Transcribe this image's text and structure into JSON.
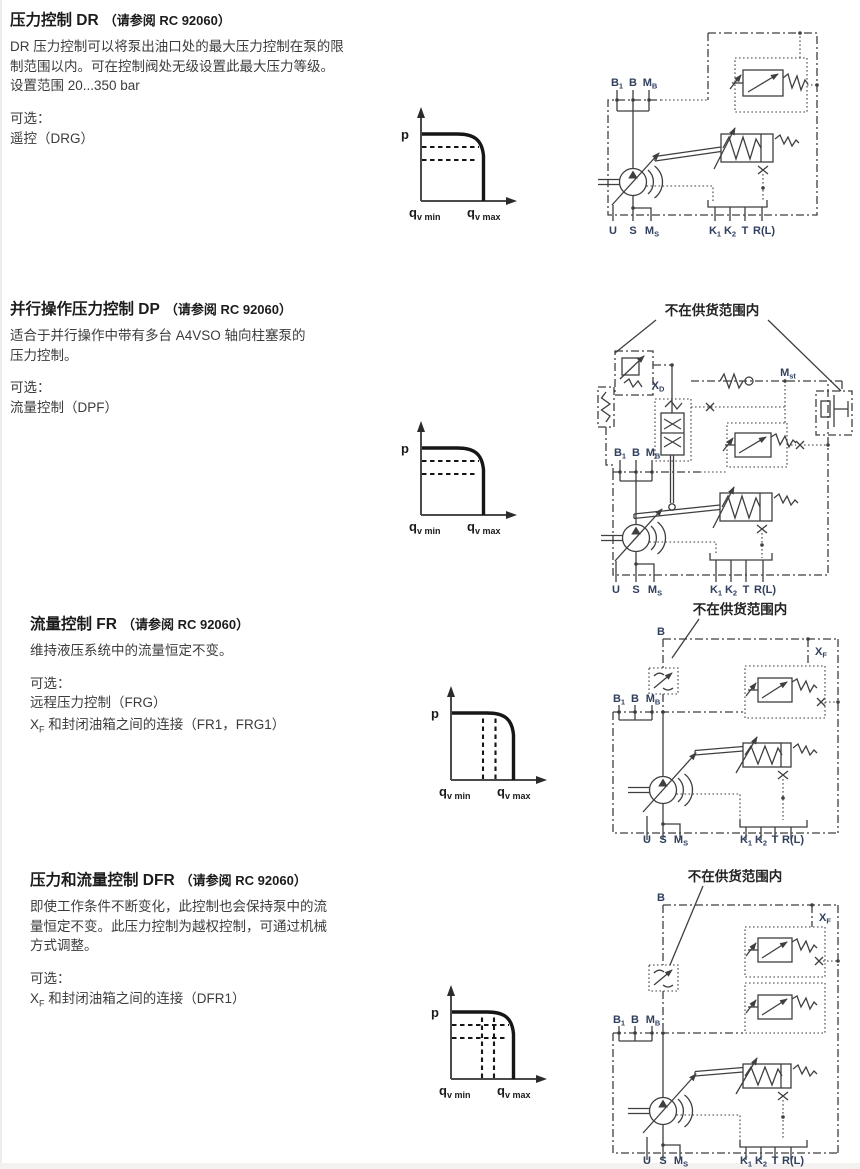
{
  "page": {
    "background": "#ffffff"
  },
  "sections": [
    {
      "id": "DR",
      "title": "压力控制 DR",
      "ref": "（请参阅 RC 92060）",
      "body": "DR 压力控制可以将泵出油口处的最大压力控制在泵的限制范围以内。可在控制阀处无级设置此最大压力等级。",
      "range": "设置范围 20...350 bar",
      "options_label": "可选：",
      "options": [
        {
          "pre": "",
          "sub": "",
          "text": "遥控（DRG）"
        }
      ],
      "chart": {
        "type": "line",
        "y_label": "p",
        "x_labels": [
          {
            "t": "q",
            "s": "v min"
          },
          {
            "t": "q",
            "s": "v max"
          }
        ],
        "solid_curve": "压力恒定，在 qv max 处流量截止",
        "dashed_horizontal_lines": 2,
        "dashed_vertical_lines": 0
      },
      "diagram": {
        "ports_top": [
          {
            "t": "B",
            "s": "1"
          },
          {
            "t": "B",
            "s": ""
          },
          {
            "t": "M",
            "s": "B"
          }
        ],
        "ports_bottom_left": [
          {
            "t": "U",
            "s": ""
          },
          {
            "t": "S",
            "s": ""
          },
          {
            "t": "M",
            "s": "S"
          }
        ],
        "ports_bottom_right": [
          {
            "t": "K",
            "s": "1"
          },
          {
            "t": "K",
            "s": "2"
          },
          {
            "t": "T",
            "s": ""
          },
          {
            "t": "R(L)",
            "s": ""
          }
        ]
      }
    },
    {
      "id": "DP",
      "title": "并行操作压力控制 DP",
      "ref": "（请参阅 RC 92060）",
      "body": "适合于并行操作中带有多台 A4VSO 轴向柱塞泵的压力控制。",
      "options_label": "可选：",
      "options": [
        {
          "pre": "",
          "sub": "",
          "text": "流量控制（DPF）"
        }
      ],
      "chart": {
        "type": "line",
        "y_label": "p",
        "x_labels": [
          {
            "t": "q",
            "s": "v min"
          },
          {
            "t": "q",
            "s": "v max"
          }
        ],
        "solid_curve": "压力恒定，在 qv max 处流量截止",
        "dashed_horizontal_lines": 2,
        "dashed_vertical_lines": 0
      },
      "diagram": {
        "note": "不在供货范围内",
        "extra_labels": {
          "xd": {
            "t": "X",
            "s": "D"
          },
          "mst": {
            "t": "M",
            "s": "st"
          }
        },
        "ports_top": [
          {
            "t": "B",
            "s": "1"
          },
          {
            "t": "B",
            "s": ""
          },
          {
            "t": "M",
            "s": "B"
          }
        ],
        "ports_bottom_left": [
          {
            "t": "U",
            "s": ""
          },
          {
            "t": "S",
            "s": ""
          },
          {
            "t": "M",
            "s": "S"
          }
        ],
        "ports_bottom_right": [
          {
            "t": "K",
            "s": "1"
          },
          {
            "t": "K",
            "s": "2"
          },
          {
            "t": "T",
            "s": ""
          },
          {
            "t": "R(L)",
            "s": ""
          }
        ]
      }
    },
    {
      "id": "FR",
      "title": "流量控制 FR",
      "ref": "（请参阅 RC 92060）",
      "body": "维持液压系统中的流量恒定不变。",
      "options_label": "可选：",
      "options": [
        {
          "pre": "",
          "sub": "",
          "text": "远程压力控制（FRG）"
        },
        {
          "pre": "X",
          "sub": "F",
          "text": " 和封闭油箱之间的连接（FR1，FRG1）"
        }
      ],
      "chart": {
        "type": "line",
        "y_label": "p",
        "x_labels": [
          {
            "t": "q",
            "s": "v min"
          },
          {
            "t": "q",
            "s": "v max"
          }
        ],
        "solid_curve": "压力恒定，在 qv max 处流量截止",
        "dashed_horizontal_lines": 0,
        "dashed_vertical_lines": 2
      },
      "diagram": {
        "note": "不在供货范围内",
        "extra_labels": {
          "b": {
            "t": "B",
            "s": ""
          },
          "xf": {
            "t": "X",
            "s": "F"
          }
        },
        "ports_top": [
          {
            "t": "B",
            "s": "1"
          },
          {
            "t": "B",
            "s": ""
          },
          {
            "t": "M",
            "s": "B"
          }
        ],
        "ports_bottom_left": [
          {
            "t": "U",
            "s": ""
          },
          {
            "t": "S",
            "s": ""
          },
          {
            "t": "M",
            "s": "S"
          }
        ],
        "ports_bottom_right": [
          {
            "t": "K",
            "s": "1"
          },
          {
            "t": "K",
            "s": "2"
          },
          {
            "t": "T",
            "s": ""
          },
          {
            "t": "R(L)",
            "s": ""
          }
        ]
      }
    },
    {
      "id": "DFR",
      "title": "压力和流量控制 DFR",
      "ref": "（请参阅 RC 92060）",
      "body": "即使工作条件不断变化，此控制也会保持泵中的流量恒定不变。此压力控制为越权控制，可通过机械方式调整。",
      "options_label": "可选：",
      "options": [
        {
          "pre": "X",
          "sub": "F",
          "text": " 和封闭油箱之间的连接（DFR1）"
        }
      ],
      "chart": {
        "type": "line",
        "y_label": "p",
        "x_labels": [
          {
            "t": "q",
            "s": "v min"
          },
          {
            "t": "q",
            "s": "v max"
          }
        ],
        "solid_curve": "压力恒定，在 qv max 处流量截止",
        "dashed_horizontal_lines": 2,
        "dashed_vertical_lines": 2
      },
      "diagram": {
        "note": "不在供货范围内",
        "extra_labels": {
          "b": {
            "t": "B",
            "s": ""
          },
          "xf": {
            "t": "X",
            "s": "F"
          }
        },
        "ports_top": [
          {
            "t": "B",
            "s": "1"
          },
          {
            "t": "B",
            "s": ""
          },
          {
            "t": "M",
            "s": "B"
          }
        ],
        "ports_bottom_left": [
          {
            "t": "U",
            "s": ""
          },
          {
            "t": "S",
            "s": ""
          },
          {
            "t": "M",
            "s": "S"
          }
        ],
        "ports_bottom_right": [
          {
            "t": "K",
            "s": "1"
          },
          {
            "t": "K",
            "s": "2"
          },
          {
            "t": "T",
            "s": ""
          },
          {
            "t": "R(L)",
            "s": ""
          }
        ]
      }
    }
  ]
}
